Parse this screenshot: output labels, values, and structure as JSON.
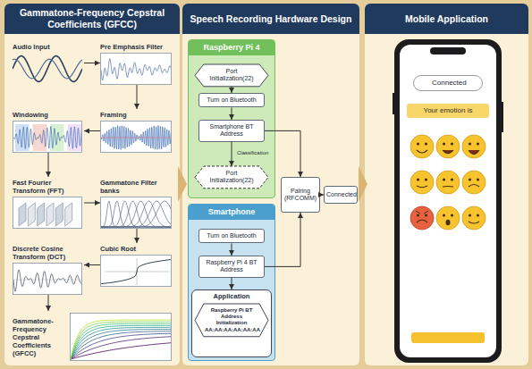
{
  "diagram": {
    "nodes": [
      {
        "text": [
          "Gammatone-Frequency Cepstral Coefficients (GFCC)"
        ]
      },
      {
        "text": [
          "Audio Input"
        ],
        "in": 0
      },
      {
        "text": [
          "Pre Emphasis Filter"
        ],
        "in": 0
      },
      {
        "text": [
          "Windowing"
        ],
        "in": 0
      },
      {
        "text": [
          "Framing"
        ],
        "in": 0
      },
      {
        "text": [
          "Fast Fourier Transform (FFT)"
        ],
        "in": 0
      },
      {
        "text": [
          "Gammatone Filter banks"
        ],
        "in": 0
      },
      {
        "text": [
          "Discrete Cosine Transform (DCT)"
        ],
        "in": 0
      },
      {
        "text": [
          "Cubic Root"
        ],
        "in": 0
      },
      {
        "text": [
          "Gammatone-Frequency Cepstral Coefficients (GFCC)"
        ],
        "in": 0
      },
      {
        "text": [
          "Speech Recording Hardware Design"
        ]
      },
      {
        "text": [
          "Raspberry Pi 4"
        ],
        "in": 10
      },
      {
        "text": [
          "Port Initialization(22)"
        ],
        "in": 11
      },
      {
        "text": [
          "Turn on Bluetooth"
        ],
        "in": 11
      },
      {
        "text": [
          "Smartphone BT Address"
        ],
        "in": 11
      },
      {
        "text": [
          "Port Initialization(22)"
        ],
        "in": 11
      },
      {
        "text": [
          "Pairing (RFCOMM)"
        ],
        "in": 10
      },
      {
        "text": [
          "Connected"
        ],
        "in": 10
      },
      {
        "text": [
          "Smartphone"
        ],
        "in": 10
      },
      {
        "text": [
          "Turn on Bluetooth"
        ],
        "in": 18
      },
      {
        "text": [
          "Raspberry Pi 4 BT Address"
        ],
        "in": 18
      },
      {
        "text": [
          "Application"
        ],
        "in": 18
      },
      {
        "text": [
          "Raspberry Pi BT Address Initialization",
          "AA:AA:AA:AA:AA:AA"
        ],
        "in": 21
      },
      {
        "text": [
          "Mobile Application"
        ]
      },
      {
        "text": [
          "Connected"
        ],
        "in": 23
      },
      {
        "text": [
          "Your emotion is"
        ],
        "in": 23
      }
    ],
    "edges": [
      {
        "from": 1,
        "to": 2,
        "arrow": "to"
      },
      {
        "from": 2,
        "to": 4,
        "arrow": "to"
      },
      {
        "from": 4,
        "to": 3,
        "arrow": "to"
      },
      {
        "from": 3,
        "to": 5,
        "arrow": "to"
      },
      {
        "from": 5,
        "to": 6,
        "arrow": "to"
      },
      {
        "from": 6,
        "to": 8,
        "arrow": "to"
      },
      {
        "from": 8,
        "to": 7,
        "arrow": "to"
      },
      {
        "from": 7,
        "to": 9,
        "arrow": "to"
      },
      {
        "from": 12,
        "to": 13,
        "arrow": "to"
      },
      {
        "from": 13,
        "to": 14,
        "arrow": "to"
      },
      {
        "from": 14,
        "to": 15,
        "arrow": "to"
      },
      {
        "from": 14,
        "to": 16,
        "arrow": "to"
      },
      {
        "from": 19,
        "to": 20,
        "arrow": "to"
      },
      {
        "from": 20,
        "to": 21,
        "arrow": "to"
      },
      {
        "from": 20,
        "to": 16,
        "arrow": "to"
      },
      {
        "from": 16,
        "to": 17,
        "arrow": "to"
      }
    ],
    "labels": [
      "Classification"
    ]
  }
}
